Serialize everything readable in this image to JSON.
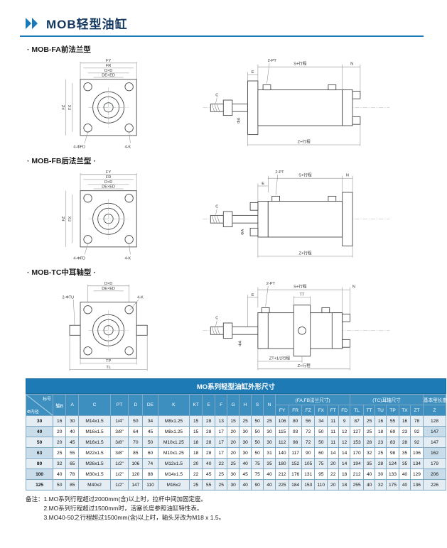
{
  "header": {
    "title": "MOB轻型油缸",
    "icon": "double-chevron-icon",
    "accent_color": "#1b79b8"
  },
  "sections": {
    "fa": {
      "label": "· MOB-FA前法兰型"
    },
    "fb": {
      "label": "· MOB-FB后法兰型 ·"
    },
    "tc": {
      "label": "· MOB-TC中耳轴型 ·"
    }
  },
  "drawings": {
    "fa": {
      "front": {
        "labels": [
          "FY",
          "FR",
          "D×D",
          "DE×ED",
          "FZ",
          "FX",
          "4-ΦFD",
          "4-K"
        ]
      },
      "side": {
        "labels": [
          "E",
          "2-PT",
          "S+行程",
          "N",
          "C",
          "ΦA",
          "Z+行程"
        ]
      }
    },
    "fb": {
      "front": {
        "labels": [
          "FY",
          "FR",
          "D×D",
          "DE×ED",
          "FZ",
          "FX",
          "4-ΦFD",
          "4-K"
        ]
      },
      "side": {
        "labels": [
          "E",
          "2-PT",
          "S+行程",
          "N",
          "C",
          "ΦA",
          "Z+行程"
        ]
      }
    },
    "tc": {
      "front": {
        "labels": [
          "D×D",
          "DE×ED",
          "2-ΦTU",
          "4-K",
          "TP",
          "TL"
        ]
      },
      "side": {
        "labels": [
          "E",
          "2-PT",
          "S+行程",
          "TT",
          "N",
          "C",
          "ΦA",
          "ZT+1/2行程",
          "Z+行程"
        ]
      }
    }
  },
  "table": {
    "title": "MO系列轻型油缸外形尺寸",
    "corner": {
      "top": "标号",
      "bottom": "Φ内径"
    },
    "simple_headers": [
      "轴B",
      "A",
      "C",
      "PT",
      "D",
      "DE",
      "K",
      "KT",
      "E",
      "F",
      "G",
      "H",
      "S",
      "N"
    ],
    "groups": [
      {
        "label": "(FA,FB法兰尺寸)",
        "cols": [
          "FY",
          "FR",
          "FZ",
          "FX",
          "FT",
          "FD"
        ]
      },
      {
        "label": "(TC)耳轴尺寸",
        "cols": [
          "TL",
          "TT",
          "TU",
          "TP",
          "TX",
          "ZT"
        ]
      },
      {
        "label": "基本型长度",
        "cols": [
          "Z"
        ]
      }
    ],
    "rows": [
      [
        "30",
        "16",
        "30",
        "M14x1.5",
        "1/4\"",
        "50",
        "34",
        "M8x1.25",
        "15",
        "28",
        "13",
        "15",
        "25",
        "50",
        "25",
        "106",
        "80",
        "56",
        "34",
        "11",
        "9",
        "87",
        "25",
        "16",
        "55",
        "16",
        "78",
        "128"
      ],
      [
        "40",
        "20",
        "40",
        "M16x1.5",
        "3/8\"",
        "64",
        "45",
        "M8x1.25",
        "15",
        "28",
        "17",
        "20",
        "30",
        "50",
        "30",
        "115",
        "93",
        "72",
        "50",
        "11",
        "12",
        "127",
        "25",
        "18",
        "69",
        "23",
        "92",
        "147"
      ],
      [
        "50",
        "20",
        "45",
        "M16x1.5",
        "3/8\"",
        "70",
        "50",
        "M10x1.25",
        "18",
        "28",
        "17",
        "20",
        "30",
        "50",
        "30",
        "112",
        "98",
        "72",
        "50",
        "11",
        "12",
        "153",
        "28",
        "23",
        "83",
        "28",
        "92",
        "147"
      ],
      [
        "63",
        "25",
        "55",
        "M22x1.5",
        "3/8\"",
        "85",
        "60",
        "M10x1.25",
        "18",
        "28",
        "17",
        "20",
        "30",
        "50",
        "31",
        "140",
        "117",
        "90",
        "60",
        "14",
        "14",
        "170",
        "32",
        "25",
        "98",
        "35",
        "106",
        "162"
      ],
      [
        "80",
        "32",
        "65",
        "M26x1.5",
        "1/2\"",
        "106",
        "74",
        "M12x1.5",
        "20",
        "40",
        "22",
        "25",
        "40",
        "75",
        "35",
        "180",
        "152",
        "105",
        "75",
        "20",
        "14",
        "194",
        "35",
        "28",
        "124",
        "35",
        "134",
        "179"
      ],
      [
        "100",
        "40",
        "78",
        "M30x1.5",
        "1/2\"",
        "120",
        "88",
        "M14x1.5",
        "22",
        "45",
        "25",
        "30",
        "45",
        "75",
        "40",
        "212",
        "176",
        "131",
        "95",
        "22",
        "18",
        "212",
        "40",
        "30",
        "133",
        "40",
        "129",
        "206"
      ],
      [
        "125",
        "50",
        "85",
        "M40x2",
        "1/2\"",
        "147",
        "110",
        "M16x2",
        "25",
        "55",
        "25",
        "30",
        "40",
        "90",
        "40",
        "225",
        "184",
        "153",
        "110",
        "20",
        "18",
        "255",
        "40",
        "32",
        "175",
        "40",
        "136",
        "226"
      ]
    ]
  },
  "notes": {
    "label": "备注：",
    "items": [
      "1.MO系列行程超过2000mm(含)以上时，拉杆中间加固定座。",
      "2.MO系列行程超过1500mm时，活塞长度参照油缸特性表。",
      "3.MO40-50之行程超过1500mm(含)以上时，轴头牙改为M18 x 1.5。"
    ]
  }
}
